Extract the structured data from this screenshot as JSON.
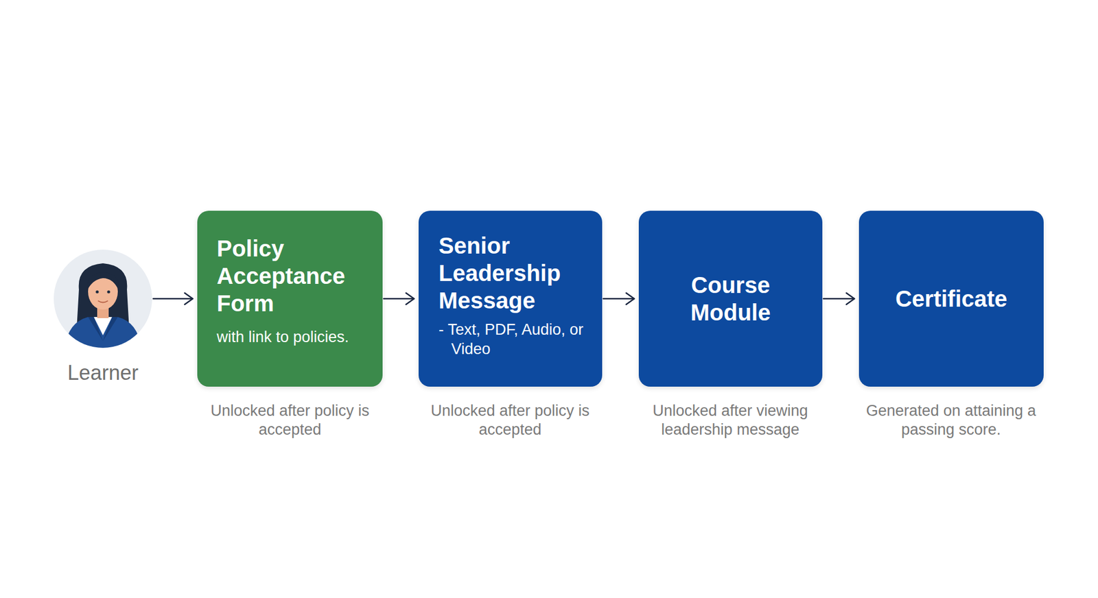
{
  "diagram": {
    "nodes": [
      {
        "text": [
          "Learner"
        ]
      },
      {
        "text": [
          "Policy Acceptance Form",
          "with link to policies."
        ]
      },
      {
        "text": [
          "Senior Leadership Message",
          "- Text, PDF, Audio, or Video"
        ]
      },
      {
        "text": [
          "Course Module"
        ]
      },
      {
        "text": [
          "Certificate"
        ]
      }
    ],
    "edges": [
      {
        "from": 0,
        "to": 1,
        "arrow": "to"
      },
      {
        "from": 1,
        "to": 2,
        "arrow": "to"
      },
      {
        "from": 2,
        "to": 3,
        "arrow": "to"
      },
      {
        "from": 3,
        "to": 4,
        "arrow": "to"
      }
    ],
    "labels": [
      "Unlocked after policy is accepted",
      "Unlocked after policy is accepted",
      "Unlocked after viewing leadership message",
      "Generated on attaining a passing score."
    ]
  }
}
